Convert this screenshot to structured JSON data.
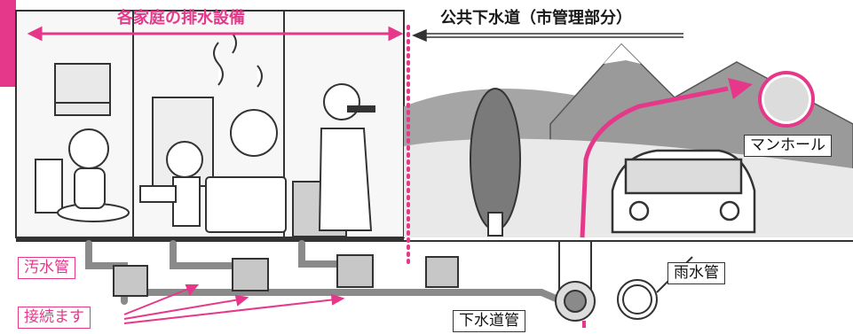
{
  "labels": {
    "household_facilities": "各家庭の排水設備",
    "public_sewer": "公共下水道（市管理部分）",
    "manhole": "マンホール",
    "rain_pipe": "雨水管",
    "waste_pipe": "汚水管",
    "connection_box": "接続ます",
    "sewer_main": "下水道管"
  },
  "colors": {
    "accent": "#e6388a",
    "line": "#333333",
    "ground": "#8a8a8a",
    "mountain": "#9a9a9a"
  }
}
